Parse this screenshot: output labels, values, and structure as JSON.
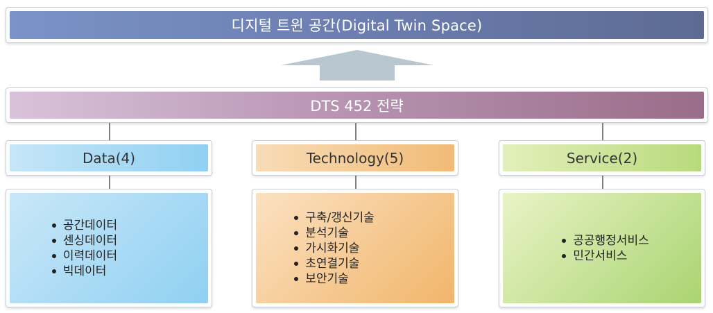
{
  "top": {
    "title": "디지털 트윈 공간(Digital Twin Space)"
  },
  "strategy": {
    "title": "DTS 452 전략"
  },
  "columns": [
    {
      "label": "Data(4)",
      "items": [
        "공간데이터",
        "센싱데이터",
        "이력데이터",
        "빅데이터"
      ]
    },
    {
      "label": "Technology(5)",
      "items": [
        "구축/갱신기술",
        "분석기술",
        "가시화기술",
        "초연결기술",
        "보안기술"
      ]
    },
    {
      "label": "Service(2)",
      "items": [
        "공공행정서비스",
        "민간서비스"
      ]
    }
  ],
  "colors": {
    "top_bar": "#6d7fb3",
    "strategy_bar": "#b996b4",
    "arrow": "#b8c6cf",
    "data": "#8fd0f2",
    "technology": "#f1bb76",
    "service": "#b8da7c"
  }
}
